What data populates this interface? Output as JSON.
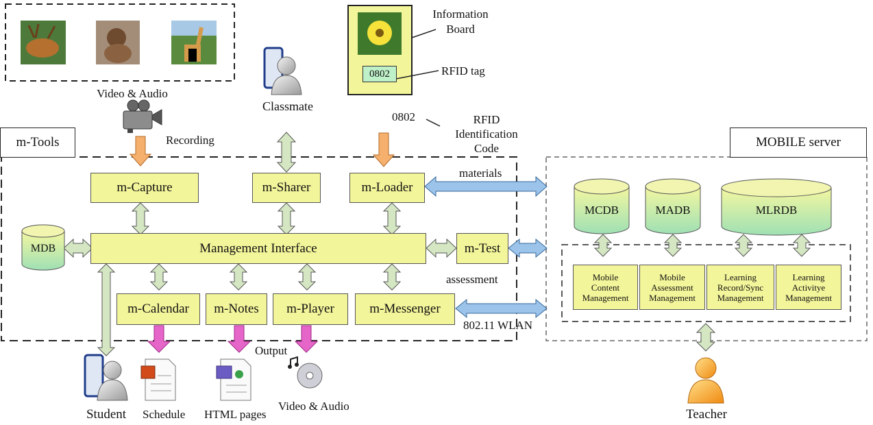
{
  "photos": {
    "caption": "Video & Audio",
    "recording": "Recording"
  },
  "info_board": {
    "title": "Information\nBoard",
    "tag_id": "0802",
    "tag_label": "RFID tag"
  },
  "rfid": {
    "code": "0802",
    "label": "RFID\nIdentification\nCode"
  },
  "classmate": "Classmate",
  "mtools": {
    "title": "m-Tools",
    "capture": "m-Capture",
    "sharer": "m-Sharer",
    "loader": "m-Loader",
    "management": "Management Interface",
    "test": "m-Test",
    "mdb": "MDB",
    "calendar": "m-Calendar",
    "notes": "m-Notes",
    "player": "m-Player",
    "messenger": "m-Messenger"
  },
  "links": {
    "materials": "materials",
    "assessment": "assessment",
    "wlan": "802.11 WLAN"
  },
  "server": {
    "title": "MOBILE server",
    "db1": "MCDB",
    "db2": "MADB",
    "db3": "MLRDB",
    "mgmt": [
      "Mobile\nContent\nManagement",
      "Mobile\nAssessment\nManagement",
      "Learning\nRecord/Sync\nManagement",
      "Learning\nActivitye\nManagement"
    ]
  },
  "outputs": {
    "label": "Output",
    "schedule": "Schedule",
    "html": "HTML pages",
    "video": "Video & Audio"
  },
  "people": {
    "student": "Student",
    "teacher": "Teacher"
  },
  "colors": {
    "box": "#f3f59a",
    "orange_arrow": "#f5b06e",
    "green_arrow": "#d4e7c2",
    "pink_arrow": "#e566c8",
    "blue_arrow": "#9cc4ea",
    "db_fill": "#c6edb0"
  }
}
